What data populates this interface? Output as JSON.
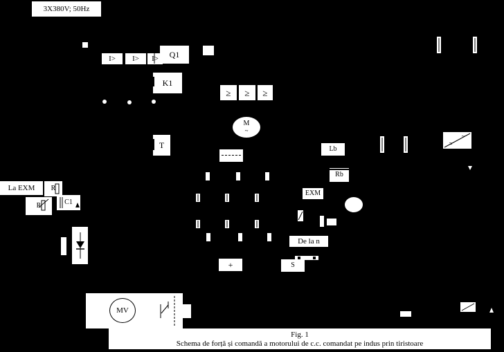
{
  "header": {
    "supply": "3X380V; 50Hz"
  },
  "power": {
    "overcurrent_symbol": "I>",
    "breaker": "Q1",
    "contactor": "K1",
    "transformer": "T",
    "comparator_symbol": "≥",
    "motor_label": "M",
    "motor_tilde": "~",
    "plus": "+"
  },
  "excitation": {
    "inductor": "Lb",
    "resistor": "Rb",
    "exm_label": "EXM",
    "from_label": "De la n",
    "switch_label": "S"
  },
  "left_circuit": {
    "la_exm": "La EXM",
    "r1": "R",
    "r2": "R",
    "c1": "C1"
  },
  "tacho": {
    "label": "MV"
  },
  "converter": {
    "top": "~",
    "bottom": "="
  },
  "caption": {
    "fig": "Fig. 1",
    "title": "Schema de forță și comandă a motorului de c.c. comandat pe indus prin tiristoare"
  }
}
